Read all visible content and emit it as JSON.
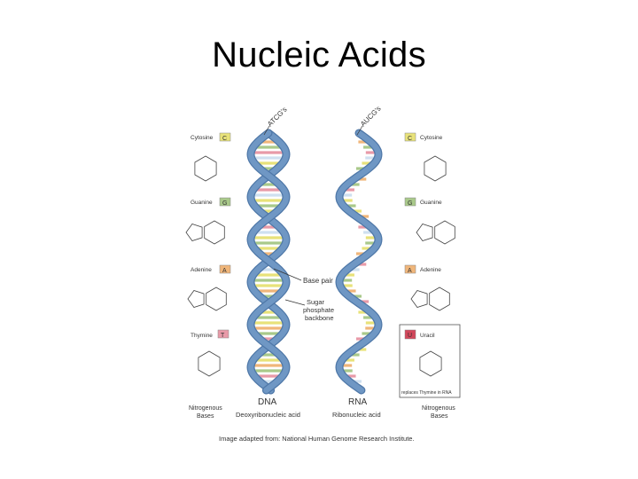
{
  "slide": {
    "title": "Nucleic Acids"
  },
  "figure": {
    "dna_strand_label": "ATCG's",
    "rna_strand_label": "AUCG's",
    "left_bases": [
      {
        "name": "Cytosine",
        "letter": "C",
        "color": "#e8e27a"
      },
      {
        "name": "Guanine",
        "letter": "G",
        "color": "#a9c98a"
      },
      {
        "name": "Adenine",
        "letter": "A",
        "color": "#f0b67a"
      },
      {
        "name": "Thymine",
        "letter": "T",
        "color": "#e89aa8"
      }
    ],
    "right_bases": [
      {
        "name": "Cytosine",
        "letter": "C",
        "color": "#e8e27a"
      },
      {
        "name": "Guanine",
        "letter": "G",
        "color": "#a9c98a"
      },
      {
        "name": "Adenine",
        "letter": "A",
        "color": "#f0b67a"
      },
      {
        "name": "Uracil",
        "letter": "U",
        "color": "#d2475a"
      }
    ],
    "callouts": {
      "base_pair": "Base pair",
      "backbone": [
        "Sugar",
        "phosphate",
        "backbone"
      ]
    },
    "uracil_note": "replaces Thymine in RNA",
    "captions": {
      "dna_title": "DNA",
      "dna_sub": "Deoxyribonucleic acid",
      "rna_title": "RNA",
      "rna_sub": "Ribonucleic acid",
      "left_bases_label": [
        "Nitrogenous",
        "Bases"
      ],
      "right_bases_label": [
        "Nitrogenous",
        "Bases"
      ]
    },
    "credit": "Image adapted from: National Human Genome Research Institute.",
    "colors": {
      "backbone": "#6f97c4",
      "backbone_dark": "#4f78a8"
    }
  }
}
